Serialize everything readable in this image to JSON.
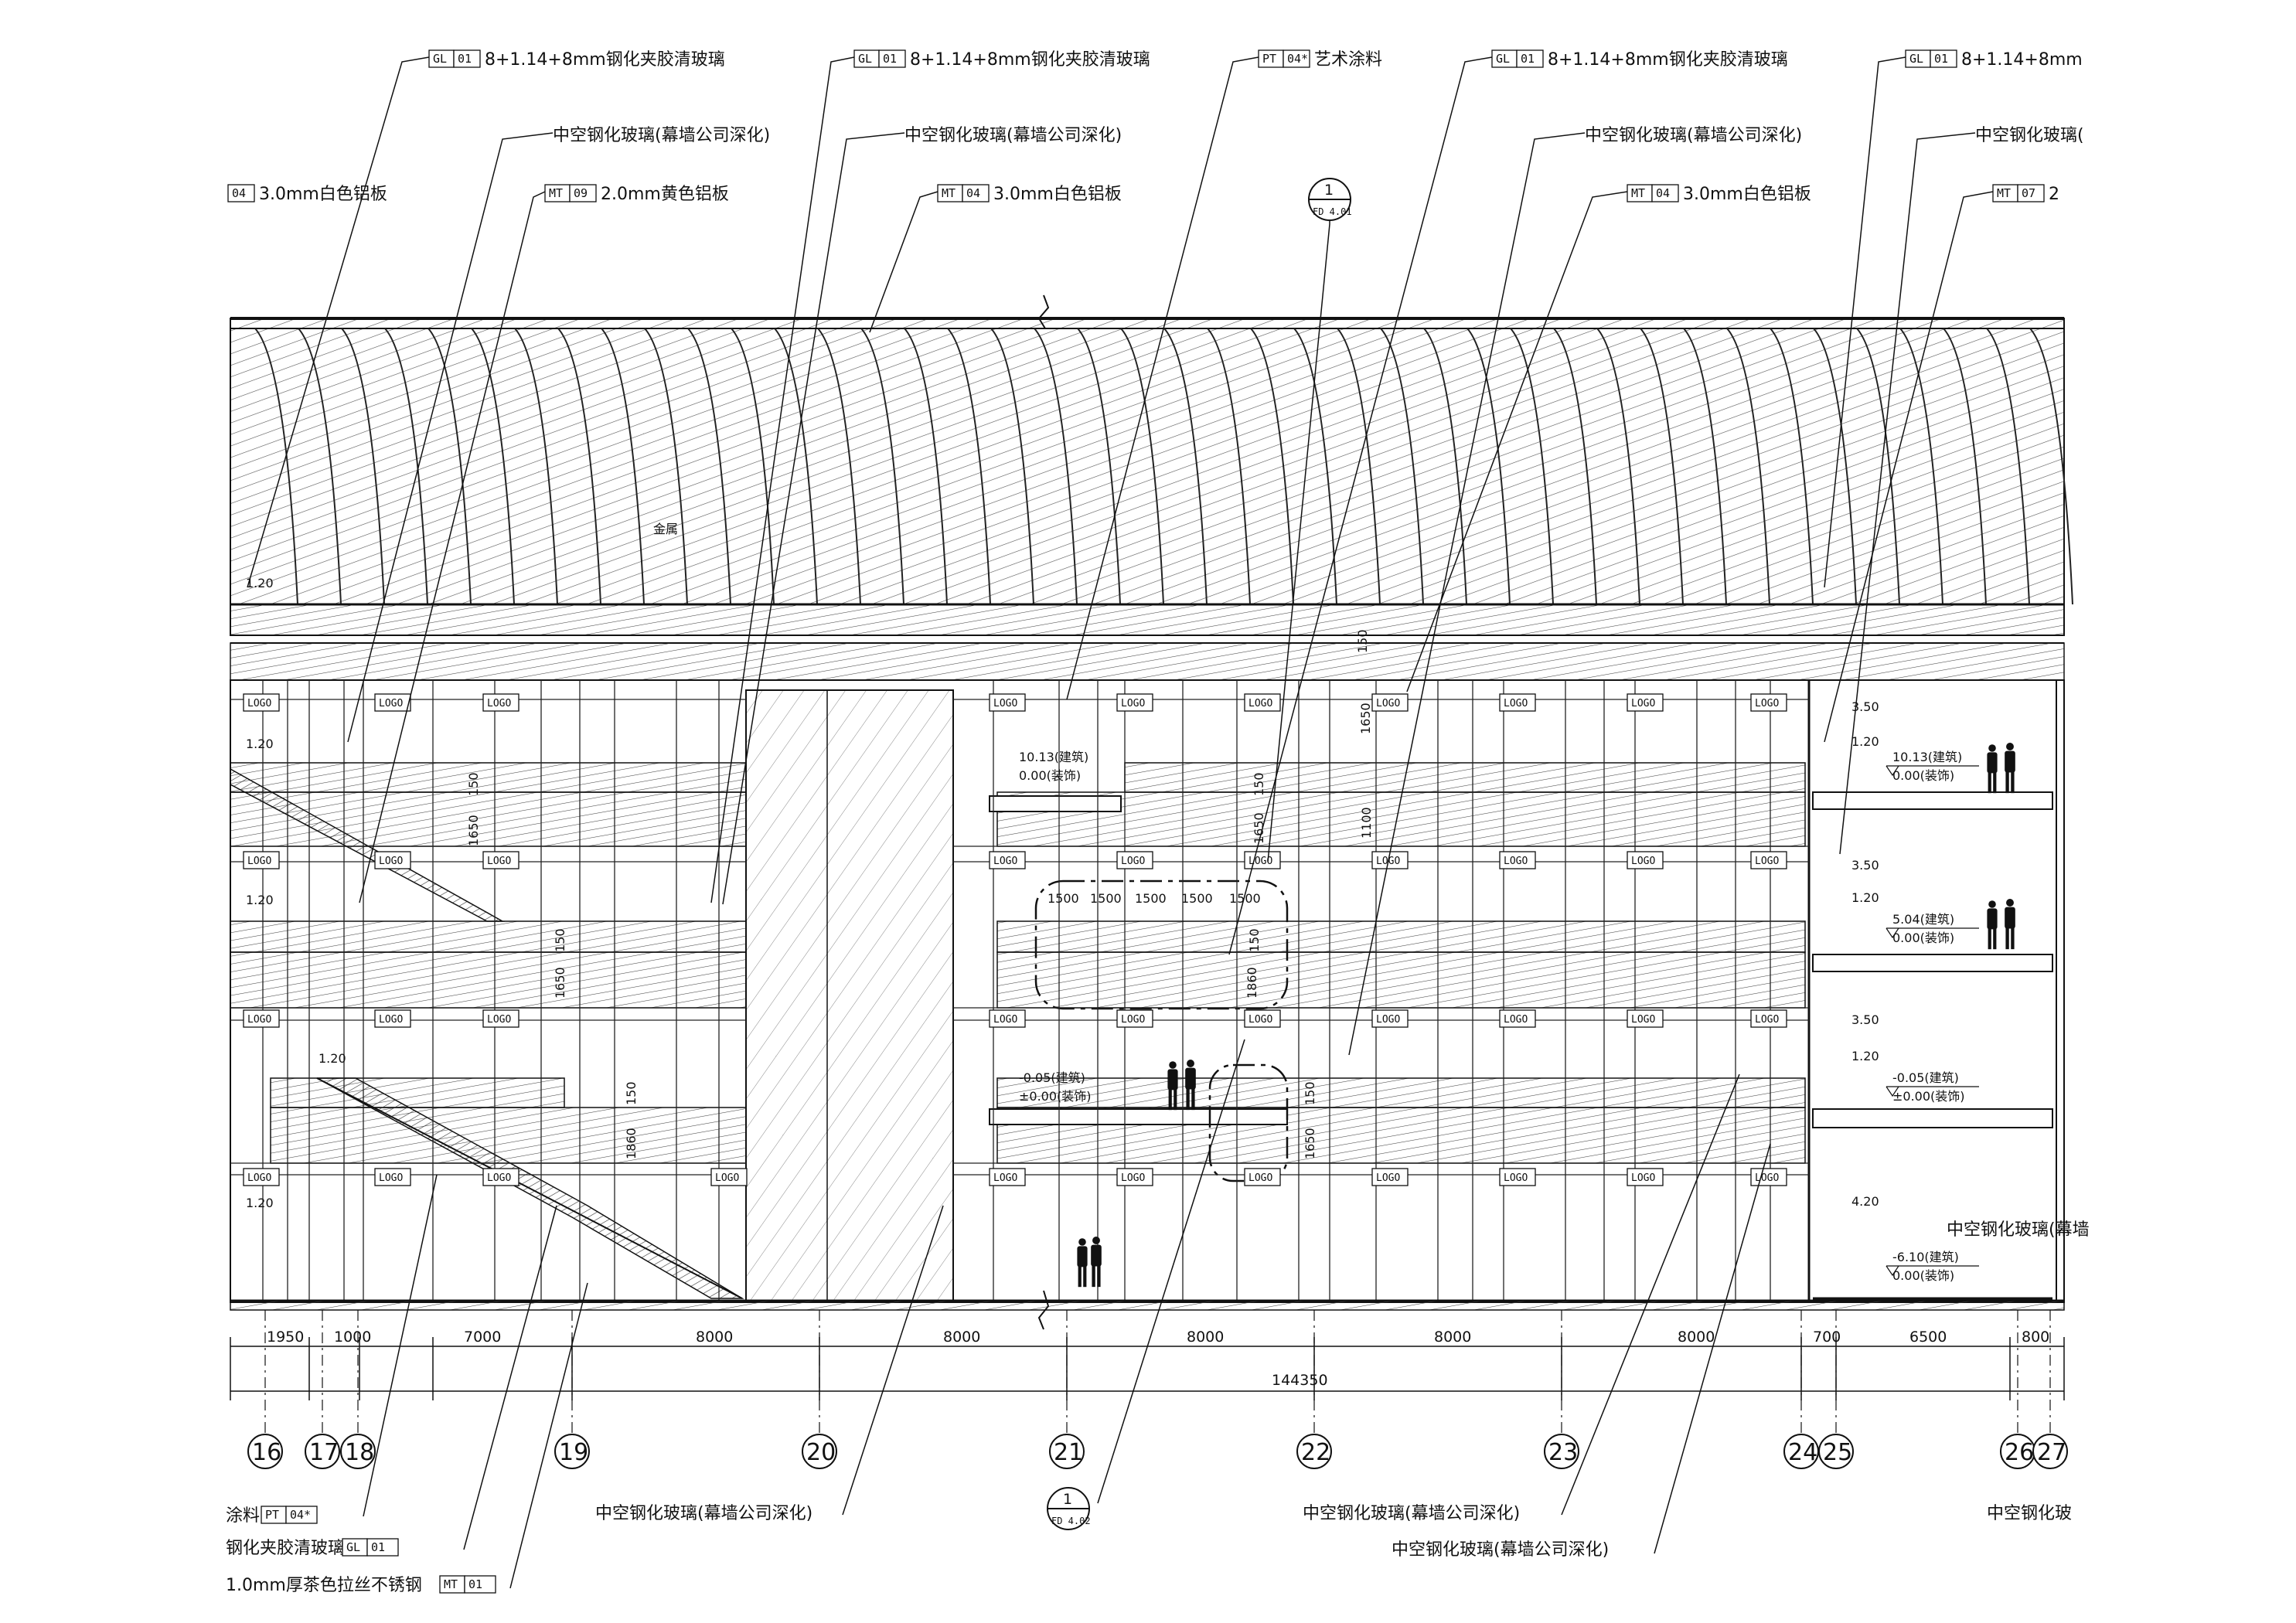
{
  "callouts_top": [
    {
      "code": "GL",
      "num": "01",
      "text": "8+1.14+8mm钢化夹胶清玻璃"
    },
    {
      "code": "GL",
      "num": "01",
      "text": "8+1.14+8mm钢化夹胶清玻璃"
    },
    {
      "code": "PT",
      "num": "04*",
      "text": "艺术涂料"
    },
    {
      "code": "GL",
      "num": "01",
      "text": "8+1.14+8mm钢化夹胶清玻璃"
    },
    {
      "code": "GL",
      "num": "01",
      "text": "8+1.14+8mm"
    },
    {
      "code": "",
      "num": "",
      "text": "中空钢化玻璃(幕墙公司深化)"
    },
    {
      "code": "",
      "num": "",
      "text": "中空钢化玻璃(幕墙公司深化)"
    },
    {
      "code": "",
      "num": "",
      "text": "中空钢化玻璃(幕墙公司深化)"
    },
    {
      "code": "",
      "num": "",
      "text": "中空钢化玻璃("
    },
    {
      "code": "",
      "num": "04",
      "text": "3.0mm白色铝板"
    },
    {
      "code": "MT",
      "num": "09",
      "text": "2.0mm黄色铝板"
    },
    {
      "code": "MT",
      "num": "04",
      "text": "3.0mm白色铝板"
    },
    {
      "code": "MT",
      "num": "04",
      "text": "3.0mm白色铝板"
    },
    {
      "code": "MT",
      "num": "07",
      "text": "2"
    }
  ],
  "detail_ref_top": {
    "num": "1",
    "sheet": "FD 4.01"
  },
  "detail_ref_bottom": {
    "num": "1",
    "sheet": "FD 4.02"
  },
  "roof_label": "金属",
  "callouts_bottom": [
    {
      "code": "PT",
      "num": "04*",
      "prefix": "涂料",
      "text": ""
    },
    {
      "code": "GL",
      "num": "01",
      "prefix": "钢化夹胶清玻璃",
      "text": ""
    },
    {
      "code": "MT",
      "num": "01",
      "prefix": "1.0mm厚茶色拉丝不锈钢",
      "text": ""
    },
    {
      "text": "中空钢化玻璃(幕墙公司深化)"
    },
    {
      "text": "中空钢化玻璃(幕墙公司深化)"
    },
    {
      "text": "中空钢化玻璃(幕墙公司深化)"
    },
    {
      "text": "中空钢化玻"
    }
  ],
  "right_note": "中空钢化玻璃(幕墙",
  "levels": [
    {
      "elev": "10.13(建筑)",
      "fin": "0.00(装饰)"
    },
    {
      "elev": "5.04(建筑)",
      "fin": "0.00(装饰)"
    },
    {
      "elev": "-0.05(建筑)",
      "fin": "±0.00(装饰)"
    },
    {
      "elev": "-6.10(建筑)",
      "fin": "0.00(装饰)"
    }
  ],
  "mid_levels": [
    {
      "elev": "10.13(建筑)",
      "fin": "0.00(装饰)"
    },
    {
      "elev": "-0.05(建筑)",
      "fin": "±0.00(装饰)"
    }
  ],
  "level_dims": [
    "3.50",
    "1.20",
    "3.50",
    "1.20",
    "3.50",
    "1.20",
    "4.20"
  ],
  "left_dims": [
    "1.20",
    "1.20",
    "1.20",
    "1.20",
    "1.20"
  ],
  "vertical_dims": [
    "1650",
    "150",
    "1100",
    "1650",
    "150",
    "1650",
    "150",
    "1860",
    "150",
    "1650",
    "150",
    "1860",
    "150",
    "1650",
    "150"
  ],
  "bay_dims": [
    "1500",
    "1500",
    "1500",
    "1500",
    "1500"
  ],
  "span_dims": [
    "1950",
    "1000",
    "7000",
    "8000",
    "8000",
    "8000",
    "8000",
    "8000",
    "700",
    "6500",
    "800"
  ],
  "total_dim": "144350",
  "grid_axes": [
    "16",
    "17",
    "18",
    "19",
    "20",
    "21",
    "22",
    "23",
    "24",
    "25",
    "26",
    "27"
  ],
  "logo_text": "LOGO"
}
